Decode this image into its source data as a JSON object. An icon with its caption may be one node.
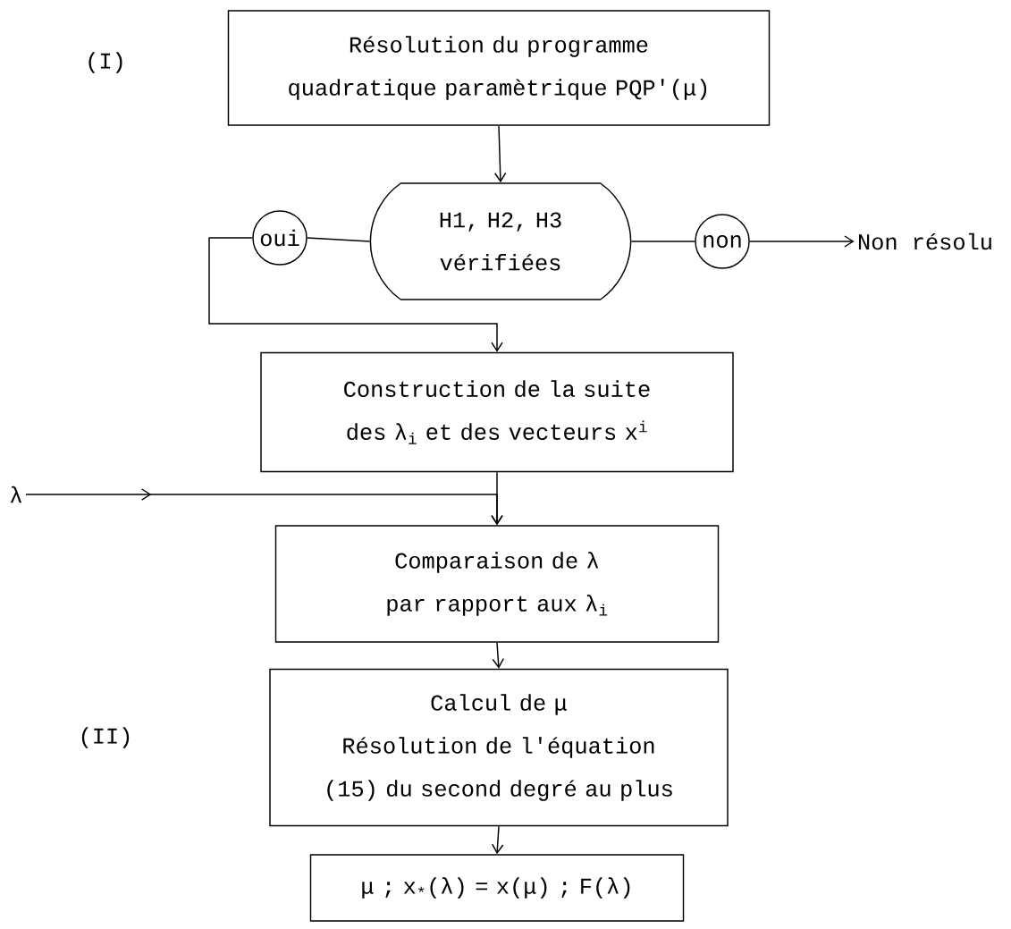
{
  "diagram": {
    "nodes": [
      {
        "text": [
          "Résolution du programme quadratique paramètrique PQP'(μ)"
        ]
      },
      {
        "text": [
          "H1, H2, H3 vérifiées"
        ]
      },
      {
        "text": [
          "oui"
        ]
      },
      {
        "text": [
          "non"
        ]
      },
      {
        "text": [
          "Non résolu"
        ]
      },
      {
        "text": [
          "Construction de la suite des λ$_{i}$ et des vecteurs x$^{i}$"
        ]
      },
      {
        "text": [
          "λ"
        ]
      },
      {
        "text": [
          "Comparaison de λ par rapport aux λ$_{i}$"
        ]
      },
      {
        "text": [
          "Calcul de μ",
          "Résolution de l'équation (15) du second degré au plus"
        ]
      },
      {
        "text": [
          "μ ; x$_{*}$(λ) = x(μ) ; F(λ)"
        ]
      }
    ],
    "edges": [
      {
        "from": 0,
        "to": 1,
        "arrow": "to"
      },
      {
        "from": 2,
        "to": 1,
        "arrow": "none"
      },
      {
        "from": 1,
        "to": 3,
        "arrow": "none"
      },
      {
        "from": 3,
        "to": 4,
        "arrow": "to"
      },
      {
        "from": 2,
        "to": 5,
        "arrow": "to"
      },
      {
        "from": 5,
        "to": 7,
        "arrow": "to"
      },
      {
        "from": 6,
        "to": 7,
        "arrow": "to"
      },
      {
        "from": 7,
        "to": 8,
        "arrow": "to"
      },
      {
        "from": 8,
        "to": 9,
        "arrow": "to"
      }
    ],
    "labels": [
      "(I)",
      "(II)"
    ]
  }
}
